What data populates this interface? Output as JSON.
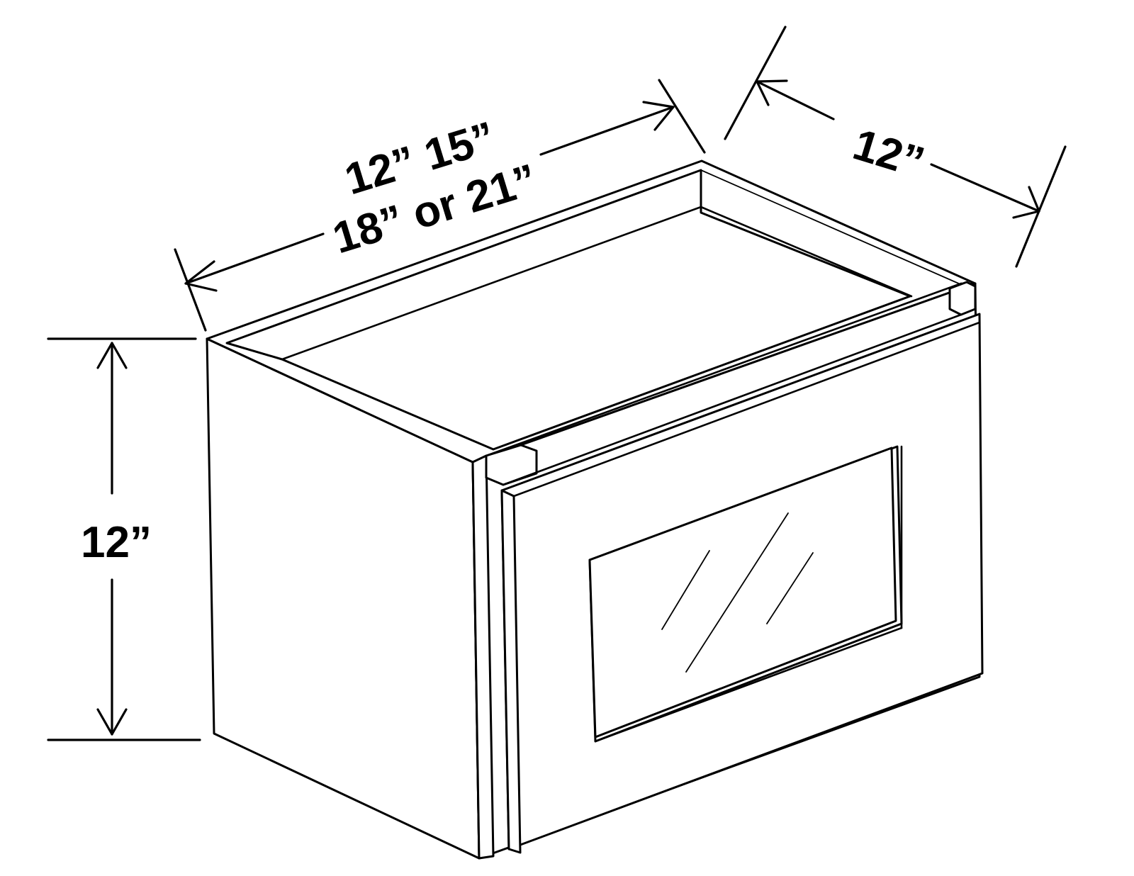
{
  "dimensions": {
    "width_line1": "12” 15”",
    "width_line2": "18” or 21”",
    "depth": "12”",
    "height": "12”"
  },
  "colors": {
    "line": "#000000",
    "background": "#ffffff"
  }
}
